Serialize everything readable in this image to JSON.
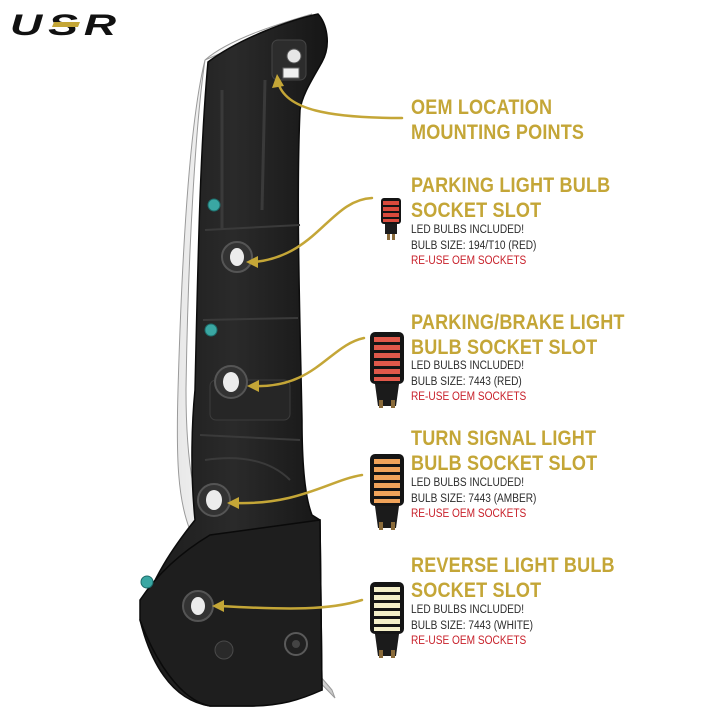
{
  "brand": {
    "logo_text": "USR",
    "accent_color": "#c4a637",
    "warning_color": "#c8202a"
  },
  "product": {
    "icon": "tail-light-housing-back-view"
  },
  "callouts": [
    {
      "title_lines": [
        "OEM LOCATION",
        "MOUNTING POINTS"
      ]
    },
    {
      "title_lines": [
        "PARKING LIGHT BULB",
        "SOCKET SLOT"
      ],
      "note_lines": [
        "LED BULBS INCLUDED!",
        "BULB SIZE: 194/T10 (RED)"
      ],
      "reuse_text": "RE-USE OEM SOCKETS",
      "bulb": {
        "icon": "t10-led-bulb-icon",
        "led_color": "#d94a3c"
      }
    },
    {
      "title_lines": [
        "PARKING/BRAKE LIGHT",
        "BULB SOCKET SLOT"
      ],
      "note_lines": [
        "LED BULBS INCLUDED!",
        "BULB SIZE: 7443 (RED)"
      ],
      "reuse_text": "RE-USE OEM SOCKETS",
      "bulb": {
        "icon": "7443-led-bulb-icon",
        "led_color": "#e0584a"
      }
    },
    {
      "title_lines": [
        "TURN SIGNAL LIGHT",
        "BULB SOCKET SLOT"
      ],
      "note_lines": [
        "LED BULBS INCLUDED!",
        "BULB SIZE: 7443 (AMBER)"
      ],
      "reuse_text": "RE-USE OEM SOCKETS",
      "bulb": {
        "icon": "7443-led-bulb-icon",
        "led_color": "#f0a35a"
      }
    },
    {
      "title_lines": [
        "REVERSE LIGHT BULB",
        "SOCKET SLOT"
      ],
      "note_lines": [
        "LED BULBS INCLUDED!",
        "BULB SIZE: 7443 (WHITE)"
      ],
      "reuse_text": "RE-USE OEM SOCKETS",
      "bulb": {
        "icon": "7443-led-bulb-icon",
        "led_color": "#f4efc8"
      }
    }
  ]
}
